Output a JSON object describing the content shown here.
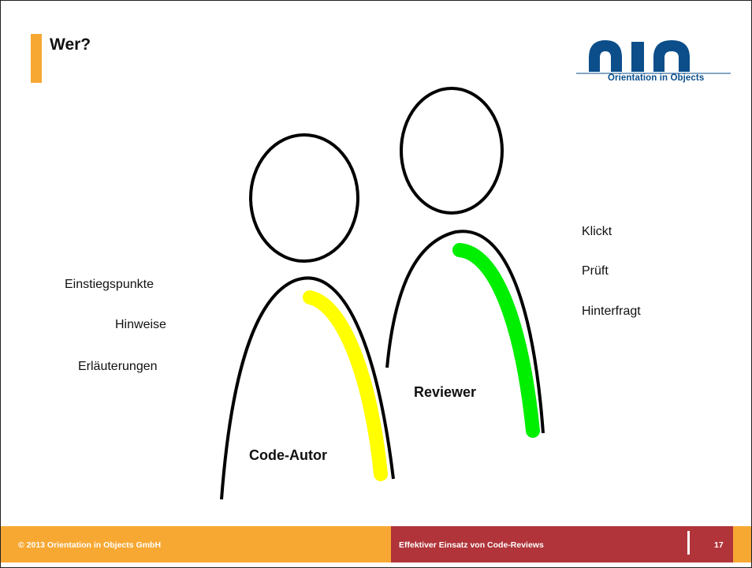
{
  "slide": {
    "title": "Wer?"
  },
  "logo": {
    "text": "Orientation in Objects",
    "colors": {
      "blue": "#0b4e8a"
    }
  },
  "figures": {
    "author": {
      "role": "Code-Autor",
      "highlight_color": "#ffff00",
      "items": [
        "Einstiegspunkte",
        "Hinweise",
        "Erläuterungen"
      ]
    },
    "reviewer": {
      "role": "Reviewer",
      "highlight_color": "#00ee00",
      "items": [
        "Klickt",
        "Prüft",
        "Hinterfragt"
      ]
    }
  },
  "footer": {
    "copyright": "© 2013 Orientation in Objects GmbH",
    "presentation_title": "Effektiver Einsatz von Code-Reviews",
    "page_number": "17",
    "colors": {
      "orange": "#f7a833",
      "red": "#b0343a"
    }
  }
}
